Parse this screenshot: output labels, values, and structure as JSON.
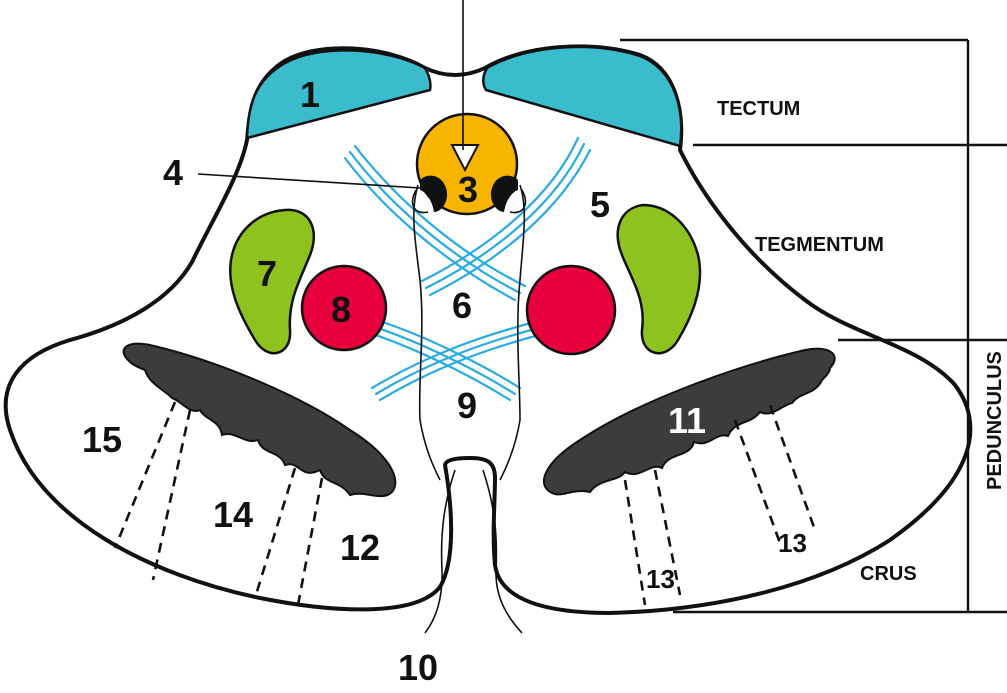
{
  "labels": {
    "n1": "1",
    "n3": "3",
    "n4": "4",
    "n5": "5",
    "n6": "6",
    "n7": "7",
    "n8": "8",
    "n9": "9",
    "n10": "10",
    "n11": "11",
    "n12": "12",
    "n13a": "13",
    "n13b": "13",
    "n14": "14",
    "n15": "15"
  },
  "regions": {
    "tectum": "TECTUM",
    "tegmentum": "TEGMENTUM",
    "crus": "CRUS",
    "pedunculus": "PEDUNCULUS"
  },
  "colors": {
    "tectum_fill": "#3bbccc",
    "aqueduct_fill": "#f7b500",
    "green_nucleus": "#8dc21f",
    "red_nucleus": "#e8003d",
    "dark_band": "#3c3c3c",
    "decussation": "#29abe2"
  }
}
